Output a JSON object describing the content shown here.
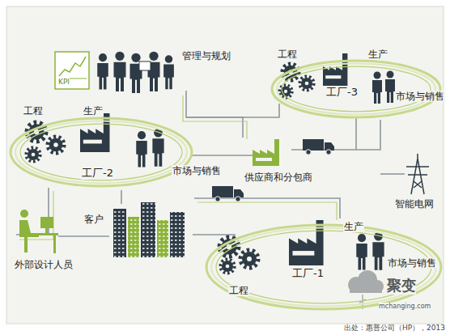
{
  "diagram": {
    "caption": "出处：惠普公司（HP），2013",
    "nodes": [
      {
        "text": [
          "工程",
          "生产",
          "工厂-3",
          "市场与销售"
        ]
      },
      {
        "text": [
          "工程",
          "生产",
          "工厂-2",
          "市场与销售"
        ]
      },
      {
        "text": [
          "生产",
          "工厂-1",
          "工程",
          "市场与销售"
        ]
      }
    ],
    "labels": [
      "KPI",
      "管理与规划",
      "供应商和分包商",
      "智能电网",
      "客户",
      "外部设计人员",
      "聚变",
      "mchanging.com"
    ]
  }
}
